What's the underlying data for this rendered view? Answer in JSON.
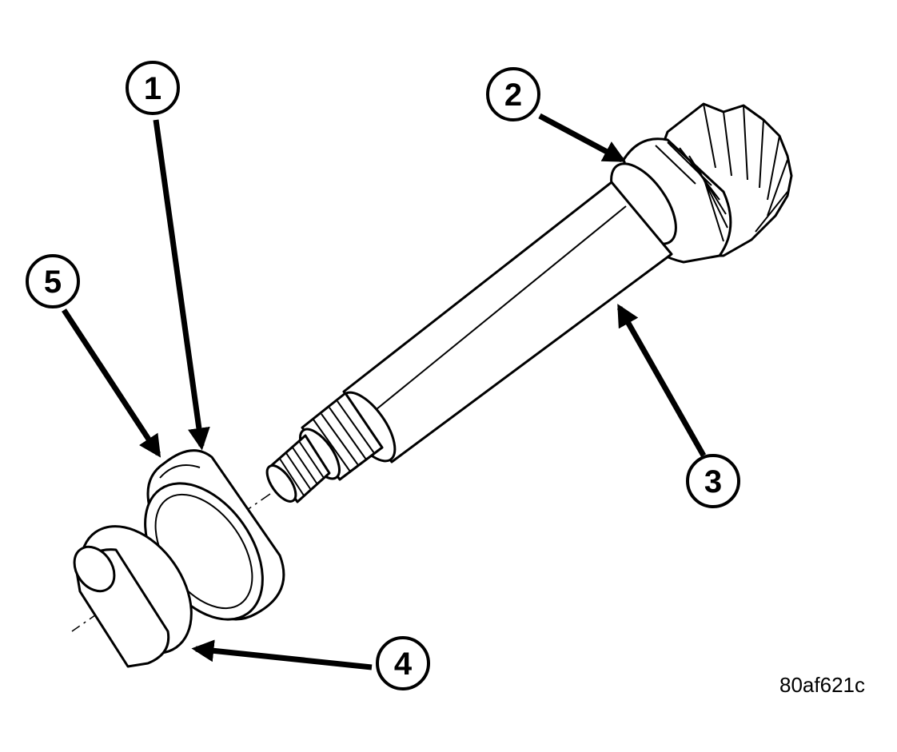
{
  "callouts": [
    {
      "id": "1",
      "label": "1"
    },
    {
      "id": "2",
      "label": "2"
    },
    {
      "id": "3",
      "label": "3"
    },
    {
      "id": "4",
      "label": "4"
    },
    {
      "id": "5",
      "label": "5"
    }
  ],
  "figure_id": "80af621c"
}
